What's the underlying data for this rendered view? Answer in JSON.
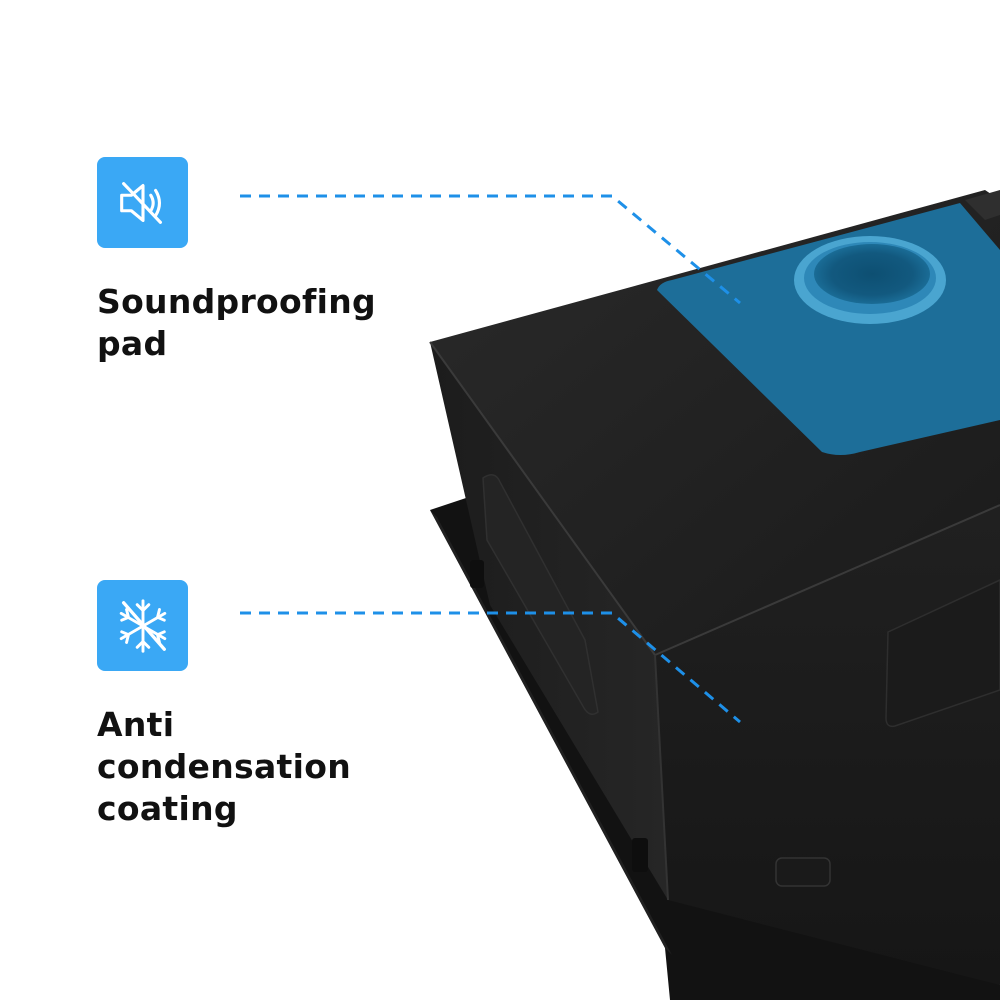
{
  "colors": {
    "accent": "#3AA8F5",
    "leader": "#1E90E8",
    "label_text": "#111111",
    "pad": "#1D6E99",
    "sink_body": "#1E1E1E"
  },
  "features": [
    {
      "icon": "speaker-muted-icon",
      "label_line1": "Soundproofing",
      "label_line2": "pad"
    },
    {
      "icon": "snowflake-crossed-icon",
      "label_line1": "Anti condensation",
      "label_line2": "coating"
    }
  ]
}
